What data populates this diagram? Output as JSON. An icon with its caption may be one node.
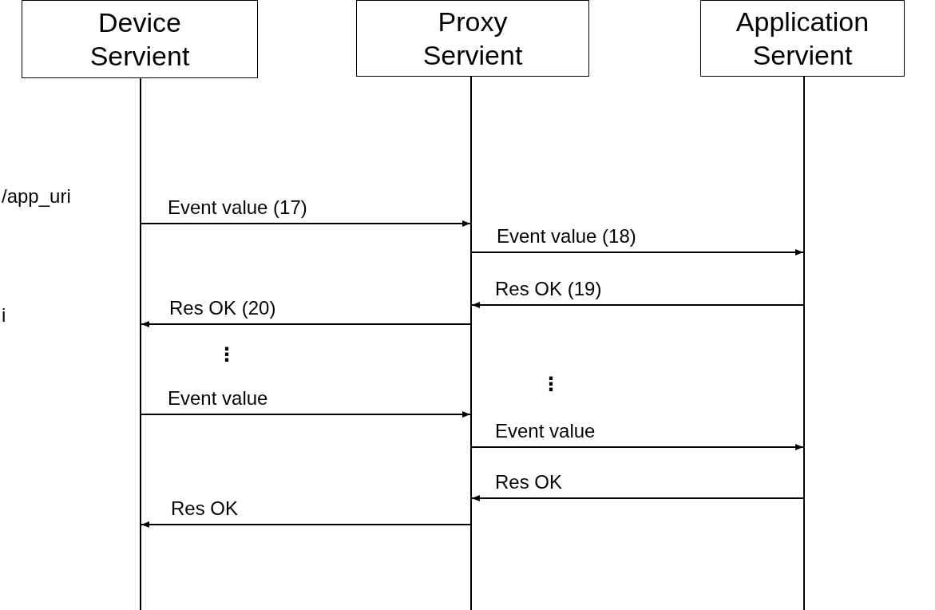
{
  "diagram": {
    "nodes": [
      {
        "text": [
          "Device Servient"
        ]
      },
      {
        "text": [
          "Proxy Servient"
        ]
      },
      {
        "text": [
          "Application Servient"
        ]
      },
      {
        "text": [],
        "shape": "bar"
      },
      {
        "text": [],
        "shape": "bar"
      },
      {
        "text": [],
        "shape": "bar"
      }
    ],
    "edges": [
      {
        "from": 3,
        "to": 4,
        "arrow": "to",
        "label": "Event value (17)"
      },
      {
        "from": 4,
        "to": 5,
        "arrow": "to",
        "label": "Event value (18)"
      },
      {
        "from": 5,
        "to": 4,
        "arrow": "to",
        "label": "Res OK (19)"
      },
      {
        "from": 4,
        "to": 3,
        "arrow": "to",
        "label": "Res OK (20)"
      },
      {
        "from": 3,
        "to": 4,
        "arrow": "to",
        "label": "Event value"
      },
      {
        "from": 4,
        "to": 5,
        "arrow": "to",
        "label": "Event value"
      },
      {
        "from": 5,
        "to": 4,
        "arrow": "to",
        "label": "Res OK"
      },
      {
        "from": 4,
        "to": 3,
        "arrow": "to",
        "label": "Res OK"
      }
    ],
    "labels": [
      "/app_uri",
      "i",
      "⋮",
      "⋮"
    ]
  }
}
